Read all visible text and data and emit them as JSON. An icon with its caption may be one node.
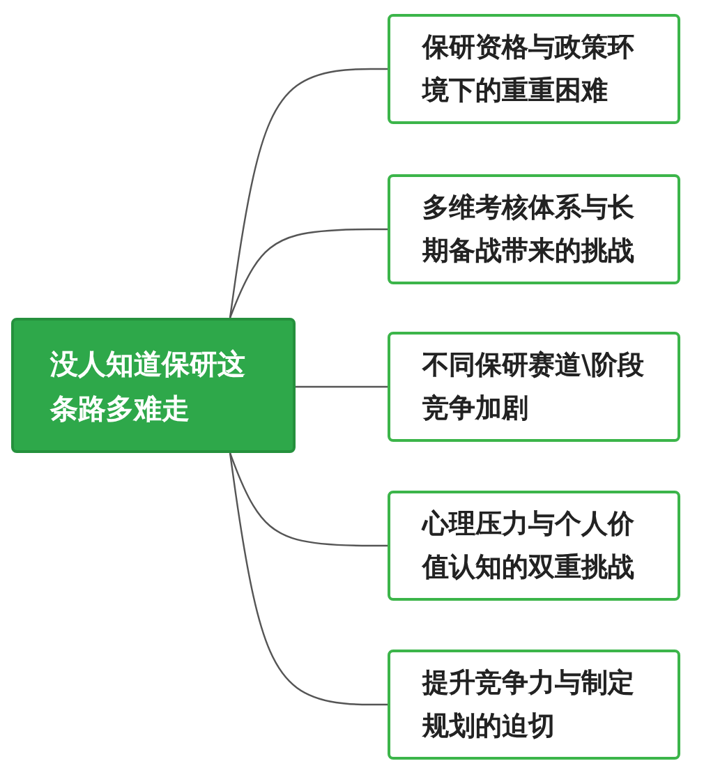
{
  "diagram": {
    "nodes": [
      {
        "text": [
          "没人知道保研这条路多难走"
        ]
      },
      {
        "text": [
          "保研资格与政策环境下的重重困难"
        ]
      },
      {
        "text": [
          "多维考核体系与长期备战带来的挑战"
        ]
      },
      {
        "text": [
          "不同保研赛道\\阶段竞争加剧"
        ]
      },
      {
        "text": [
          "心理压力与个人价值认知的双重挑战"
        ]
      },
      {
        "text": [
          "提升竞争力与制定规划的迫切"
        ]
      }
    ],
    "edges": [
      {
        "from": 0,
        "to": 1,
        "arrow": "none"
      },
      {
        "from": 0,
        "to": 2,
        "arrow": "none"
      },
      {
        "from": 0,
        "to": 3,
        "arrow": "none"
      },
      {
        "from": 0,
        "to": 4,
        "arrow": "none"
      },
      {
        "from": 0,
        "to": 5,
        "arrow": "none"
      }
    ]
  }
}
